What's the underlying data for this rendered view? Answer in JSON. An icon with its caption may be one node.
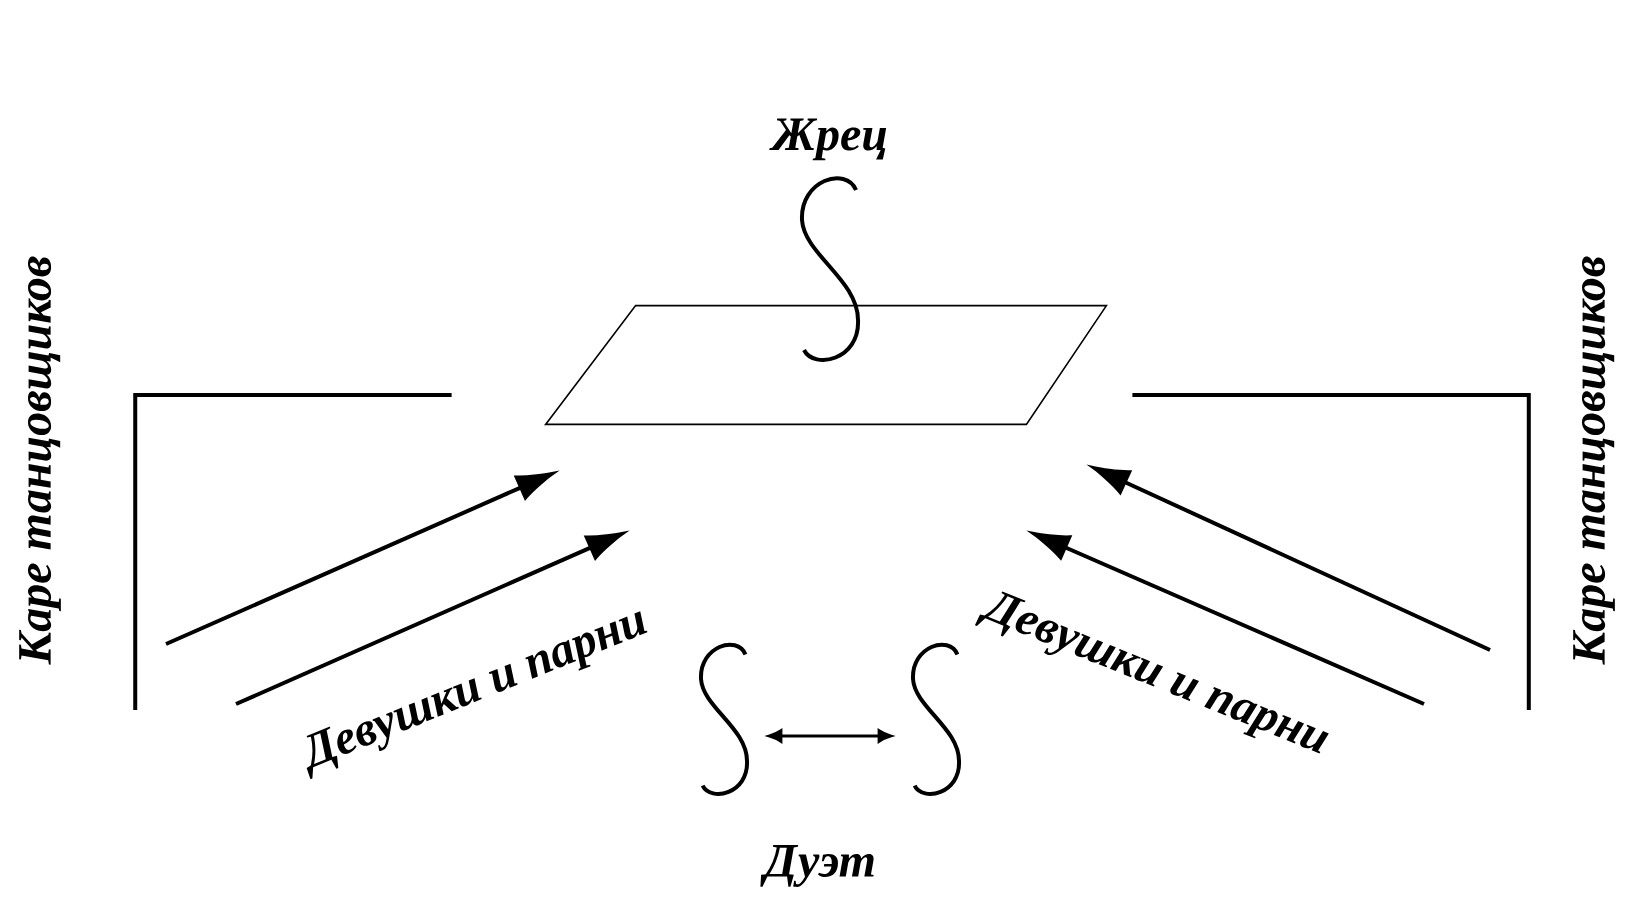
{
  "diagram": {
    "nodes": [
      {
        "text": [],
        "shape": "parallelogram"
      },
      {
        "text": [],
        "shape": "curve",
        "beside": [
          "Жрец"
        ]
      },
      {
        "text": [
          "Каре танцовщиков"
        ]
      },
      {
        "text": [
          "Каре танцовщиков"
        ]
      },
      {
        "text": [],
        "shape": "curve"
      },
      {
        "text": [],
        "shape": "curve"
      }
    ],
    "edges": [
      {
        "from": 2,
        "to": 0,
        "arrow": "none"
      },
      {
        "from": 3,
        "to": 0,
        "arrow": "none"
      },
      {
        "from": null,
        "to": 0,
        "arrow": "to"
      },
      {
        "from": null,
        "to": 0,
        "arrow": "to"
      },
      {
        "from": null,
        "to": 0,
        "arrow": "to"
      },
      {
        "from": null,
        "to": 0,
        "arrow": "to"
      },
      {
        "from": 4,
        "to": 5,
        "arrow": "both"
      }
    ],
    "labels": [
      "Девушки и парни",
      "Девушки и парни",
      "Дуэт"
    ]
  }
}
